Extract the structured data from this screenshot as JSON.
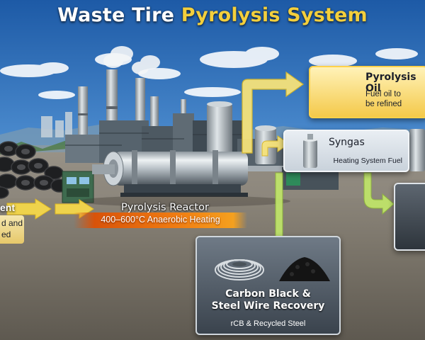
{
  "title": {
    "part1": "Waste Tire",
    "part2": "Pyrolysis System"
  },
  "colors": {
    "title_white": "#ffffff",
    "title_gold": "#f3cf3c",
    "arrow_yellow": "#f5d84a",
    "arrow_green": "#b8de5e",
    "heat_orange": "#f07d12"
  },
  "reactor": {
    "label": "Pyrolysis Reactor",
    "heating": "400–600°C Anaerobic Heating"
  },
  "left_panel": {
    "word": "ent",
    "line1": "d and",
    "line2": "ed"
  },
  "outputs": {
    "oil": {
      "title": "Pyrolysis Oil",
      "line1": "Fuel oil to",
      "line2": "be refined",
      "icon": "oil-barrels-icon"
    },
    "syngas": {
      "title": "Syngas",
      "sub": "Heating System Fuel",
      "icon": "gas-tank-icon"
    },
    "carbon": {
      "title_line1": "Carbon Black &",
      "title_line2": "Steel Wire Recovery",
      "sub": "rCB & Recycled Steel",
      "icons": [
        "steel-wire-coil-icon",
        "carbon-black-pile-icon"
      ]
    }
  }
}
